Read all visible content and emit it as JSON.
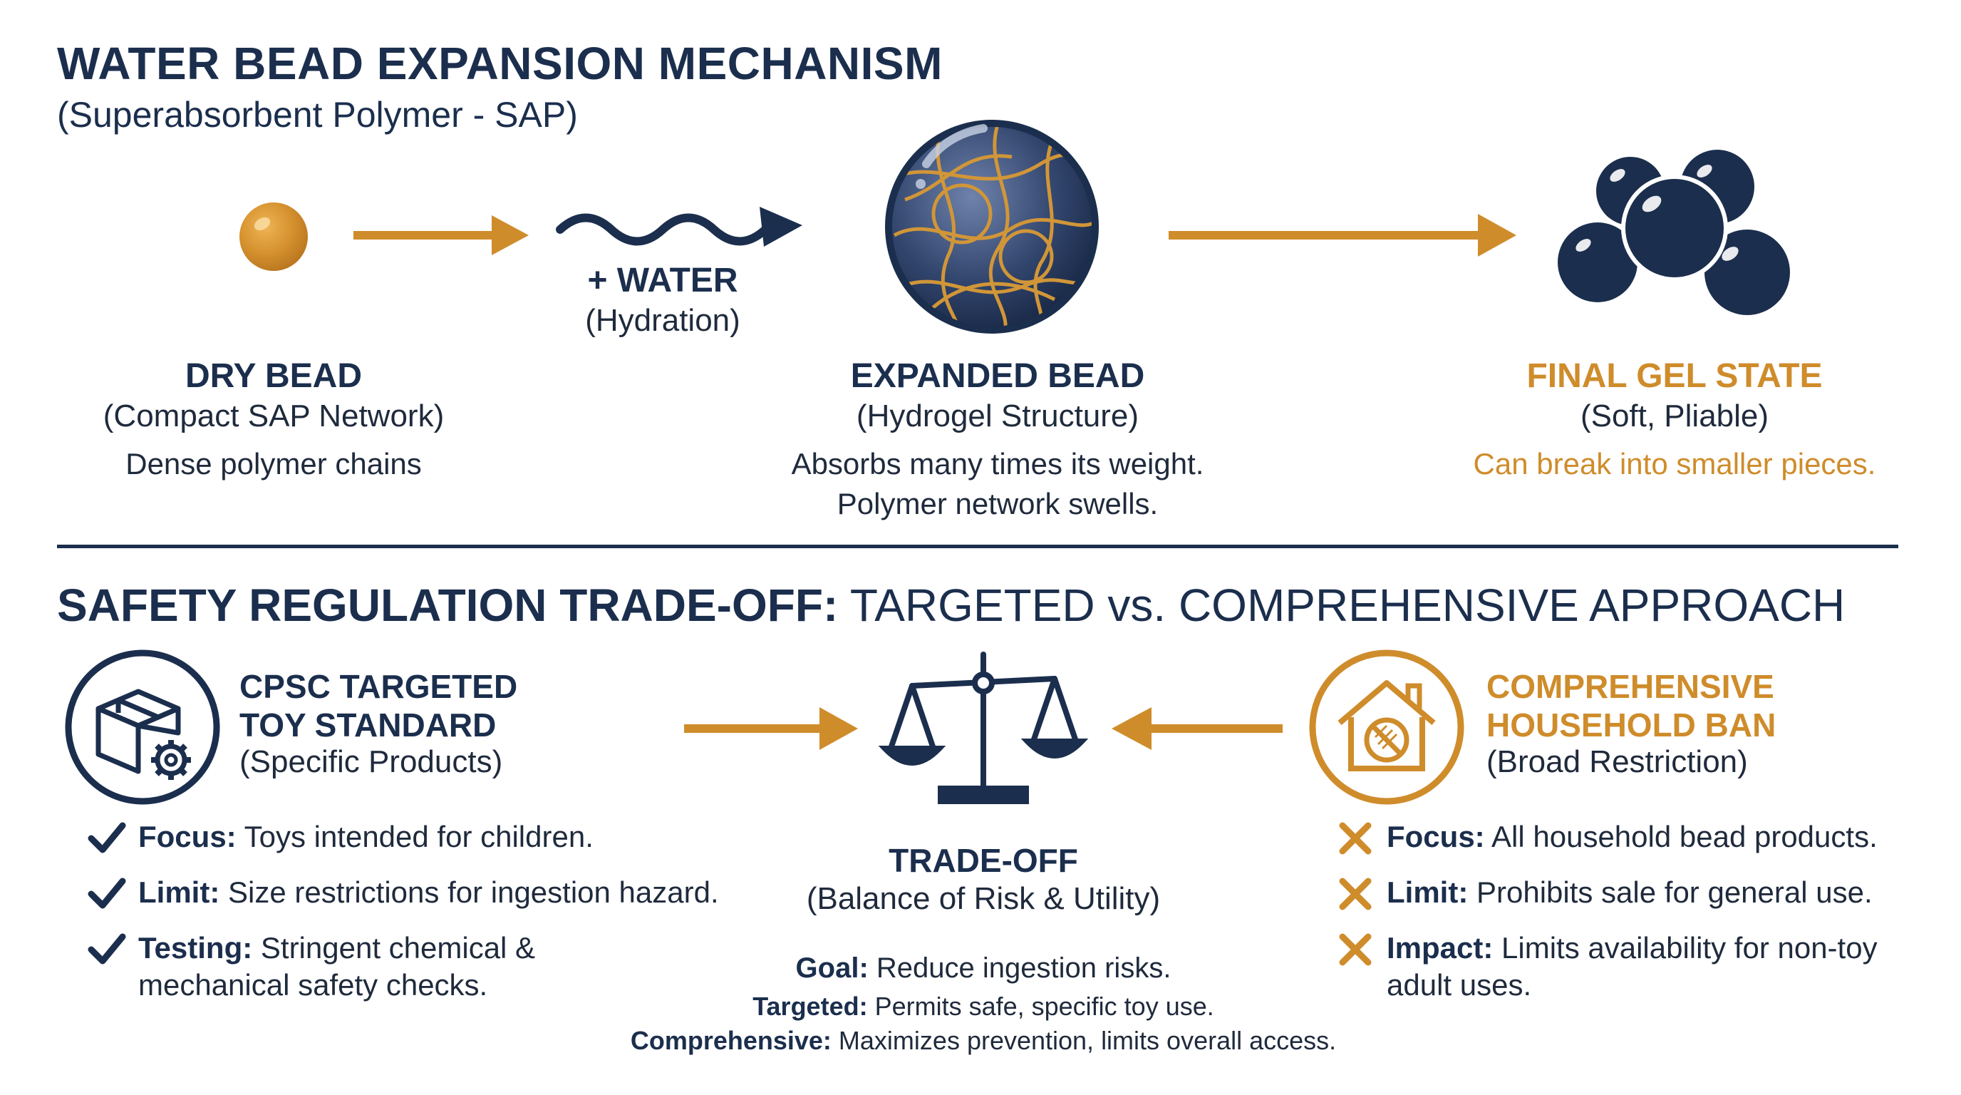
{
  "header": {
    "title": "WATER BEAD EXPANSION MECHANISM",
    "subtitle": "(Superabsorbent Polymer - SAP)"
  },
  "mechanism": {
    "water_label": "+ WATER",
    "water_sub": "(Hydration)",
    "stages": [
      {
        "title": "DRY BEAD",
        "subtitle": "(Compact SAP Network)",
        "desc": [
          "Dense polymer chains"
        ]
      },
      {
        "title": "EXPANDED BEAD",
        "subtitle": "(Hydrogel Structure)",
        "desc": [
          "Absorbs many times its weight.",
          "Polymer network swells."
        ]
      },
      {
        "title": "FINAL GEL STATE",
        "subtitle": "(Soft, Pliable)",
        "desc": [
          "Can break into smaller pieces."
        ]
      }
    ]
  },
  "tradeoff_section": {
    "heading_bold": "SAFETY REGULATION TRADE-OFF:",
    "heading_rest": " TARGETED vs. COMPREHENSIVE APPROACH",
    "left": {
      "title_line1": "CPSC TARGETED",
      "title_line2": "TOY STANDARD",
      "subtitle": "(Specific Products)",
      "icon": "box-gear-icon",
      "items": [
        {
          "label": "Focus:",
          "text": " Toys intended for children."
        },
        {
          "label": "Limit:",
          "text": " Size restrictions for ingestion hazard."
        },
        {
          "label": "Testing:",
          "text": " Stringent chemical &",
          "text2": "mechanical safety checks."
        }
      ]
    },
    "center": {
      "title": "TRADE-OFF",
      "subtitle": "(Balance of Risk & Utility)",
      "icon": "balance-scale-icon",
      "goal_label": "Goal:",
      "goal_text": " Reduce ingestion risks.",
      "targeted_label": "Targeted:",
      "targeted_text": " Permits safe, specific toy use.",
      "comprehensive_label": "Comprehensive:",
      "comprehensive_text": " Maximizes prevention, limits overall access."
    },
    "right": {
      "title_line1": "COMPREHENSIVE",
      "title_line2": "HOUSEHOLD BAN",
      "subtitle": "(Broad Restriction)",
      "icon": "house-ban-icon",
      "items": [
        {
          "label": "Focus:",
          "text": " All household bead products."
        },
        {
          "label": "Limit:",
          "text": " Prohibits sale for general use."
        },
        {
          "label": "Impact:",
          "text": " Limits availability for non-toy",
          "text2": "adult uses."
        }
      ]
    }
  },
  "colors": {
    "navy": "#1b2e4d",
    "gold": "#cf8c2b"
  }
}
